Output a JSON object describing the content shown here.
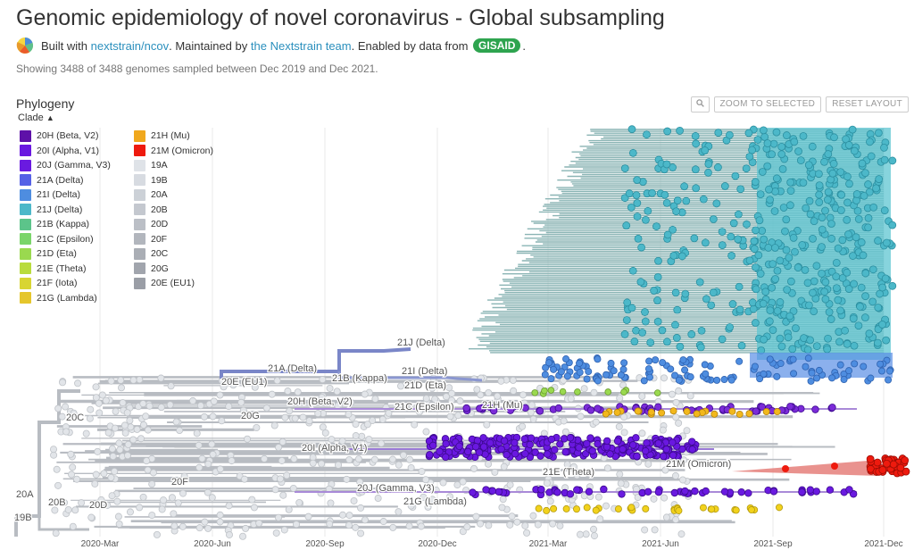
{
  "header": {
    "title": "Genomic epidemiology of novel coronavirus - Global subsampling",
    "built_with_prefix": "Built with",
    "built_with_link": "nextstrain/ncov",
    "maintained_prefix": ". Maintained by",
    "maintained_link": "the Nextstrain team",
    "enabled_prefix": ". Enabled by data from",
    "gisaid_label": "GISAID",
    "end_period": ".",
    "showing": "Showing 3488 of 3488 genomes sampled between Dec 2019 and Dec 2021."
  },
  "panel": {
    "title": "Phylogeny",
    "color_by_label": "Clade",
    "zoom_label": "ZOOM TO SELECTED",
    "reset_label": "RESET LAYOUT",
    "search_icon": "search-icon"
  },
  "legend": [
    {
      "label": "20H (Beta, V2)",
      "color": "#5e11a8"
    },
    {
      "label": "20I (Alpha, V1)",
      "color": "#6a18e0"
    },
    {
      "label": "20J (Gamma, V3)",
      "color": "#6a1ae0"
    },
    {
      "label": "21A (Delta)",
      "color": "#5561e6"
    },
    {
      "label": "21I (Delta)",
      "color": "#4e8de0"
    },
    {
      "label": "21J (Delta)",
      "color": "#4cb8c9"
    },
    {
      "label": "21B (Kappa)",
      "color": "#5cc48a"
    },
    {
      "label": "21C (Epsilon)",
      "color": "#7ad56a"
    },
    {
      "label": "21D (Eta)",
      "color": "#9ad94f"
    },
    {
      "label": "21E (Theta)",
      "color": "#b9dc3d"
    },
    {
      "label": "21F (Iota)",
      "color": "#d8d532"
    },
    {
      "label": "21G (Lambda)",
      "color": "#e5c62c"
    },
    {
      "label": "21H (Mu)",
      "color": "#f0a81d"
    },
    {
      "label": "21M (Omicron)",
      "color": "#ee1a0e"
    },
    {
      "label": "19A",
      "color": "#dfe3e8"
    },
    {
      "label": "19B",
      "color": "#d7dbe1"
    },
    {
      "label": "20A",
      "color": "#ccd1d7"
    },
    {
      "label": "20B",
      "color": "#c4c8cf"
    },
    {
      "label": "20D",
      "color": "#bbbfc6"
    },
    {
      "label": "20F",
      "color": "#b2b6bd"
    },
    {
      "label": "20C",
      "color": "#aaaeb5"
    },
    {
      "label": "20G",
      "color": "#a1a5ad"
    },
    {
      "label": "20E (EU1)",
      "color": "#9a9ea6"
    }
  ],
  "tree_labels": [
    "21J (Delta)",
    "21A (Delta)",
    "20E (EU1)",
    "21B (Kappa)",
    "21I (Delta)",
    "21D (Eta)",
    "20H (Beta, V2)",
    "21C (Epsilon)",
    "21H (Mu)",
    "20C",
    "20G",
    "20I (Alpha, V1)",
    "21M (Omicron)",
    "21E (Theta)",
    "20F",
    "20J (Gamma, V3)",
    "21G (Lambda)",
    "20A",
    "20B",
    "20D",
    "19B"
  ],
  "x_axis_ticks": [
    "2020-Mar",
    "2020-Jun",
    "2020-Sep",
    "2020-Dec",
    "2021-Mar",
    "2021-Jun",
    "2021-Sep",
    "2021-Dec"
  ]
}
